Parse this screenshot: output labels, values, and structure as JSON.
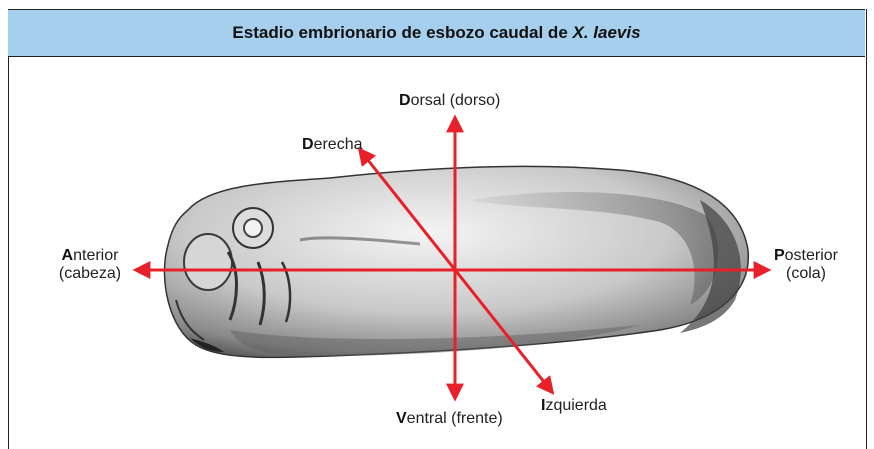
{
  "title": {
    "prefix": "Estadio embrionario de esbozo caudal de ",
    "species": "X. laevis"
  },
  "colors": {
    "header_bg": "#a6cfee",
    "axis": "#e8202a",
    "embryo_shade": "#6b6b6b"
  },
  "axes": {
    "dorsal": {
      "initial": "D",
      "rest": "orsal (dorso)"
    },
    "ventral": {
      "initial": "V",
      "rest": "entral (frente)"
    },
    "derecha": {
      "initial": "D",
      "rest": "erecha"
    },
    "izquierda": {
      "initial": "I",
      "rest": "zquierda"
    },
    "anterior": {
      "initial": "A",
      "rest": "nterior",
      "sub": "(cabeza)"
    },
    "posterior": {
      "initial": "P",
      "rest": "osterior",
      "sub": "(cola)"
    }
  }
}
